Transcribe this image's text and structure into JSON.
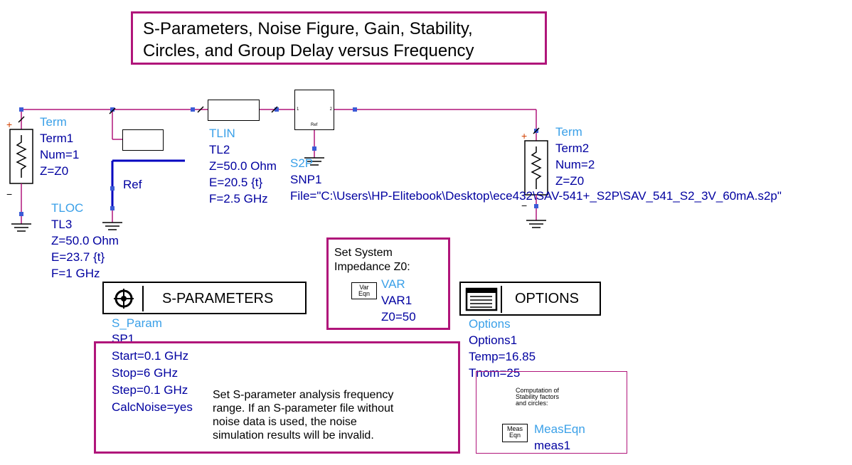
{
  "title": {
    "line1": "S-Parameters, Noise Figure, Gain, Stability,",
    "line2": "Circles, and Group Delay versus Frequency"
  },
  "term1": {
    "type": "Term",
    "name": "Term1",
    "num": "Num=1",
    "z": "Z=Z0"
  },
  "term2": {
    "type": "Term",
    "name": "Term2",
    "num": "Num=2",
    "z": "Z=Z0"
  },
  "tloc": {
    "type": "TLOC",
    "name": "TL3",
    "z": "Z=50.0 Ohm",
    "e": "E=23.7 {t}",
    "f": "F=1 GHz"
  },
  "ref_label": "Ref",
  "tlin": {
    "type": "TLIN",
    "name": "TL2",
    "z": "Z=50.0 Ohm",
    "e": "E=20.5 {t}",
    "f": "F=2.5 GHz"
  },
  "s2p": {
    "type": "S2P",
    "name": "SNP1",
    "file": "File=\"C:\\Users\\HP-Elitebook\\Desktop\\ece432\\SAV-541+_S2P\\SAV_541_S2_3V_60mA.s2p\"",
    "pin1": "1",
    "pin2": "2",
    "ref": "Ref"
  },
  "sparam": {
    "block_label": "S-PARAMETERS",
    "type": "S_Param",
    "name": "SP1",
    "start": "Start=0.1 GHz",
    "stop": "Stop=6 GHz",
    "step": "Step=0.1 GHz",
    "calcnoise": "CalcNoise=yes",
    "note": [
      "Set S-parameter analysis frequency",
      "range.  If an S-parameter file without",
      "noise data is used, the noise",
      "simulation results will be invalid."
    ]
  },
  "var": {
    "note_line1": "Set System",
    "note_line2": "Impedance Z0:",
    "icon_line1": "Var",
    "icon_line2": "Eqn",
    "type": "VAR",
    "name": "VAR1",
    "z0": "Z0=50"
  },
  "options": {
    "block_label": "OPTIONS",
    "type": "Options",
    "name": "Options1",
    "temp": "Temp=16.85",
    "tnom": "Tnom=25"
  },
  "meas": {
    "note": [
      "Computation of",
      "Stability factors",
      "and circles:"
    ],
    "icon_line1": "Meas",
    "icon_line2": "Eqn",
    "type": "MeasEqn",
    "name": "meas1"
  },
  "colors": {
    "wire": "#b0157a",
    "pin": "#3b5bd6",
    "border": "#b0157a",
    "dark_text": "#0000a0",
    "light_text": "#3aa0e8"
  }
}
